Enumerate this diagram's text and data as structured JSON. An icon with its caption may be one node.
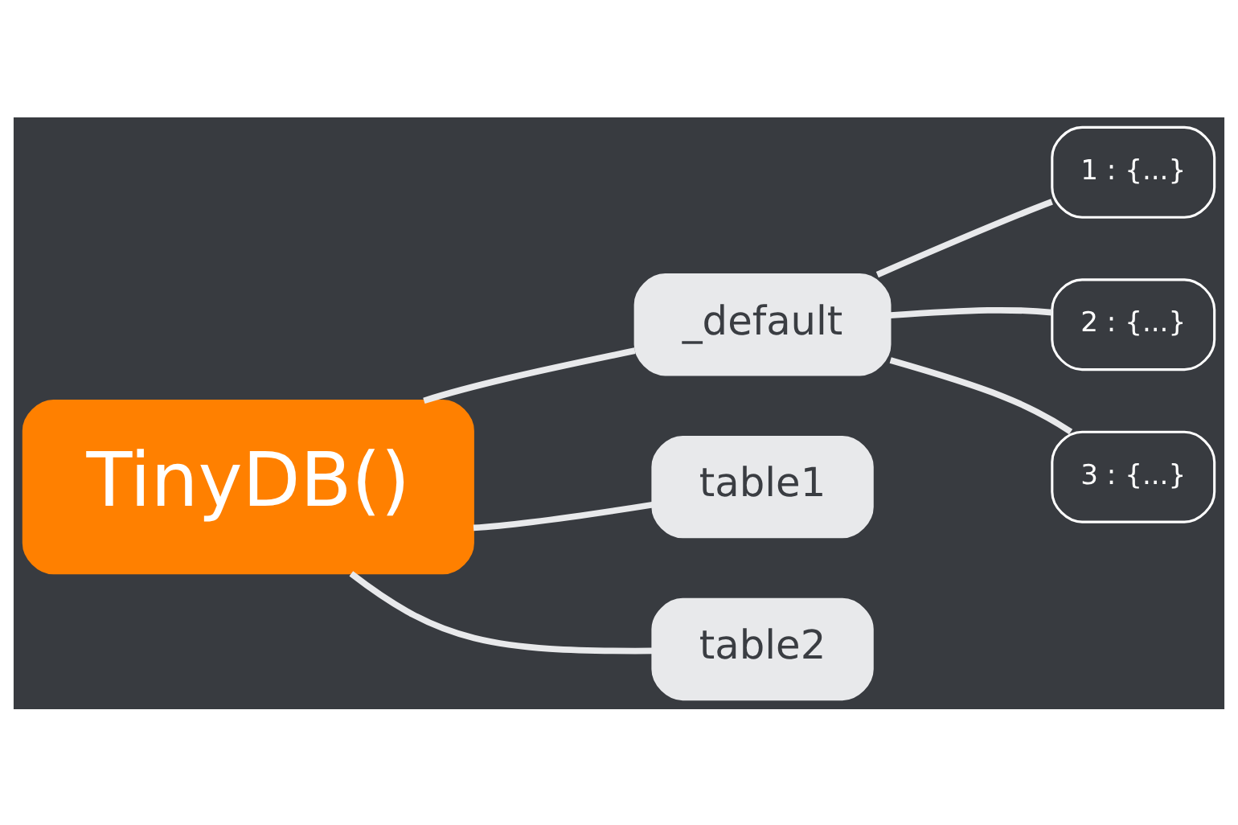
{
  "diagram": {
    "nodes": [
      {
        "text": [
          "TinyDB()"
        ]
      },
      {
        "text": [
          "_default"
        ]
      },
      {
        "text": [
          "table1"
        ]
      },
      {
        "text": [
          "table2"
        ]
      },
      {
        "text": [
          "1 : {...}"
        ]
      },
      {
        "text": [
          "2 : {...}"
        ]
      },
      {
        "text": [
          "3 : {...}"
        ]
      }
    ],
    "edges": [
      {
        "from": 0,
        "to": 1,
        "arrow": "none"
      },
      {
        "from": 0,
        "to": 2,
        "arrow": "none"
      },
      {
        "from": 0,
        "to": 3,
        "arrow": "none"
      },
      {
        "from": 1,
        "to": 4,
        "arrow": "none"
      },
      {
        "from": 1,
        "to": 5,
        "arrow": "none"
      },
      {
        "from": 1,
        "to": 6,
        "arrow": "none"
      }
    ]
  }
}
